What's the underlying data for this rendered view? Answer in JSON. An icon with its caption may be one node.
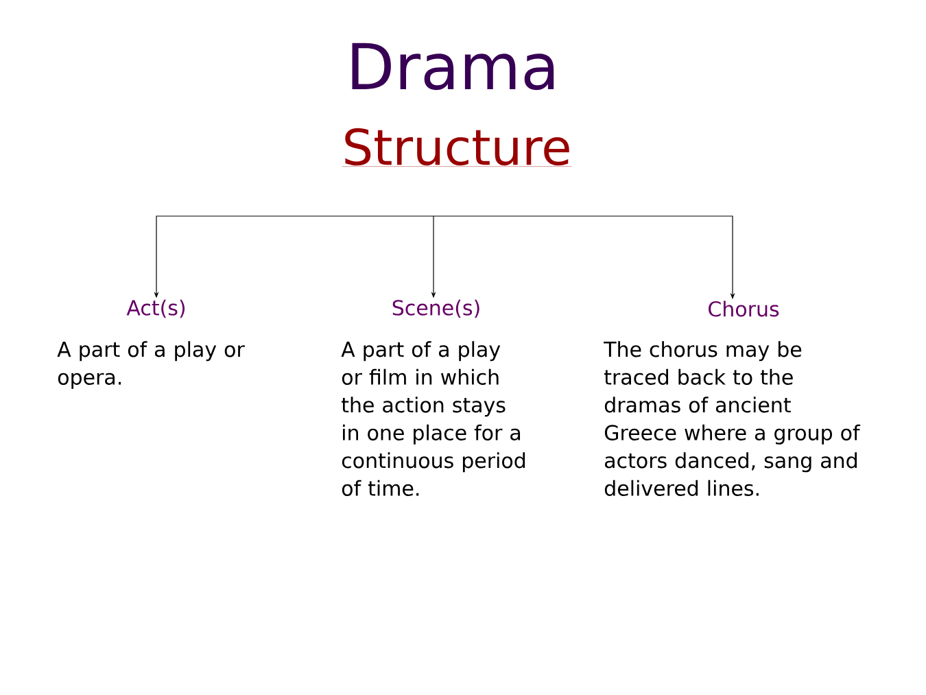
{
  "diagram": {
    "title": "Drama",
    "nodes": [
      {
        "text": [
          "Act(s)",
          "A part of a play or opera."
        ]
      },
      {
        "text": [
          "Scene(s)",
          "A part of a play or film in which the action stays in one place for a continuous period of time."
        ]
      },
      {
        "text": [
          "Chorus",
          "The chorus may be traced back to the dramas of ancient Greece where a group of actors danced, sang and delivered lines."
        ]
      }
    ],
    "edges": [
      {
        "from": null,
        "to": 0,
        "arrow": "to"
      },
      {
        "from": null,
        "to": 1,
        "arrow": "to"
      },
      {
        "from": null,
        "to": 2,
        "arrow": "to"
      }
    ],
    "labels": [
      "Structure"
    ]
  }
}
